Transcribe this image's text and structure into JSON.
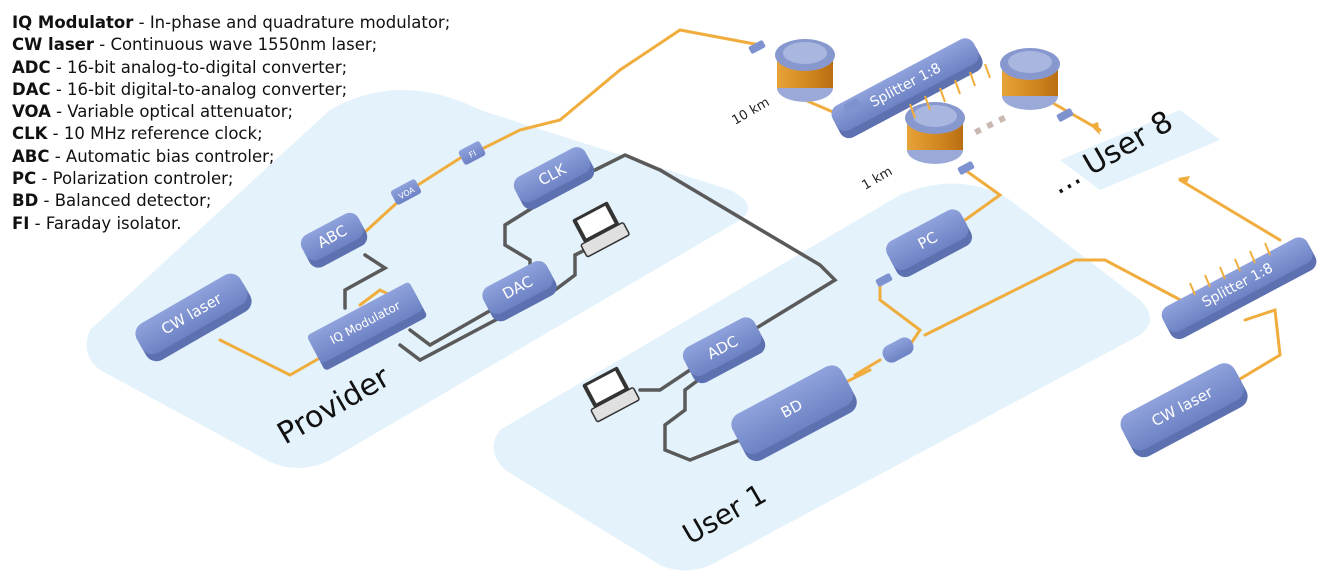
{
  "legend": [
    {
      "abbr": "IQ Modulator",
      "desc": " - In-phase and quadrature modulator;"
    },
    {
      "abbr": "CW laser",
      "desc": " - Continuous wave  1550nm laser;"
    },
    {
      "abbr": "ADC",
      "desc": " - 16-bit analog-to-digital converter;"
    },
    {
      "abbr": "DAC",
      "desc": " - 16-bit digital-to-analog converter;"
    },
    {
      "abbr": "VOA",
      "desc": " - Variable optical attenuator;"
    },
    {
      "abbr": "CLK",
      "desc": " - 10 MHz reference clock;"
    },
    {
      "abbr": "ABC",
      "desc": " - Automatic bias controler;"
    },
    {
      "abbr": "PC",
      "desc": " - Polarization controler;"
    },
    {
      "abbr": "BD",
      "desc": " - Balanced detector;"
    },
    {
      "abbr": "FI",
      "desc": " - Faraday isolator."
    }
  ],
  "zones": {
    "provider": "Provider",
    "user1": "User 1",
    "user8": "... User 8"
  },
  "blocks": {
    "cw_laser_provider": "CW laser",
    "iq_modulator": "IQ Modulator",
    "abc": "ABC",
    "dac": "DAC",
    "clk": "CLK",
    "voa": "VOA",
    "fi": "FI",
    "adc": "ADC",
    "bd": "BD",
    "pc": "PC",
    "splitter_top": "Splitter 1:8",
    "splitter_right": "Splitter 1:8",
    "cw_laser_user": "CW laser"
  },
  "fibers": {
    "long": "10 km",
    "short": "1 km"
  },
  "colors": {
    "fiber": "#f0ad3d",
    "cable": "#5a5a5a",
    "block": "#7e92d0",
    "zone": "#e3f2fb",
    "spool": "#e39a2f"
  }
}
